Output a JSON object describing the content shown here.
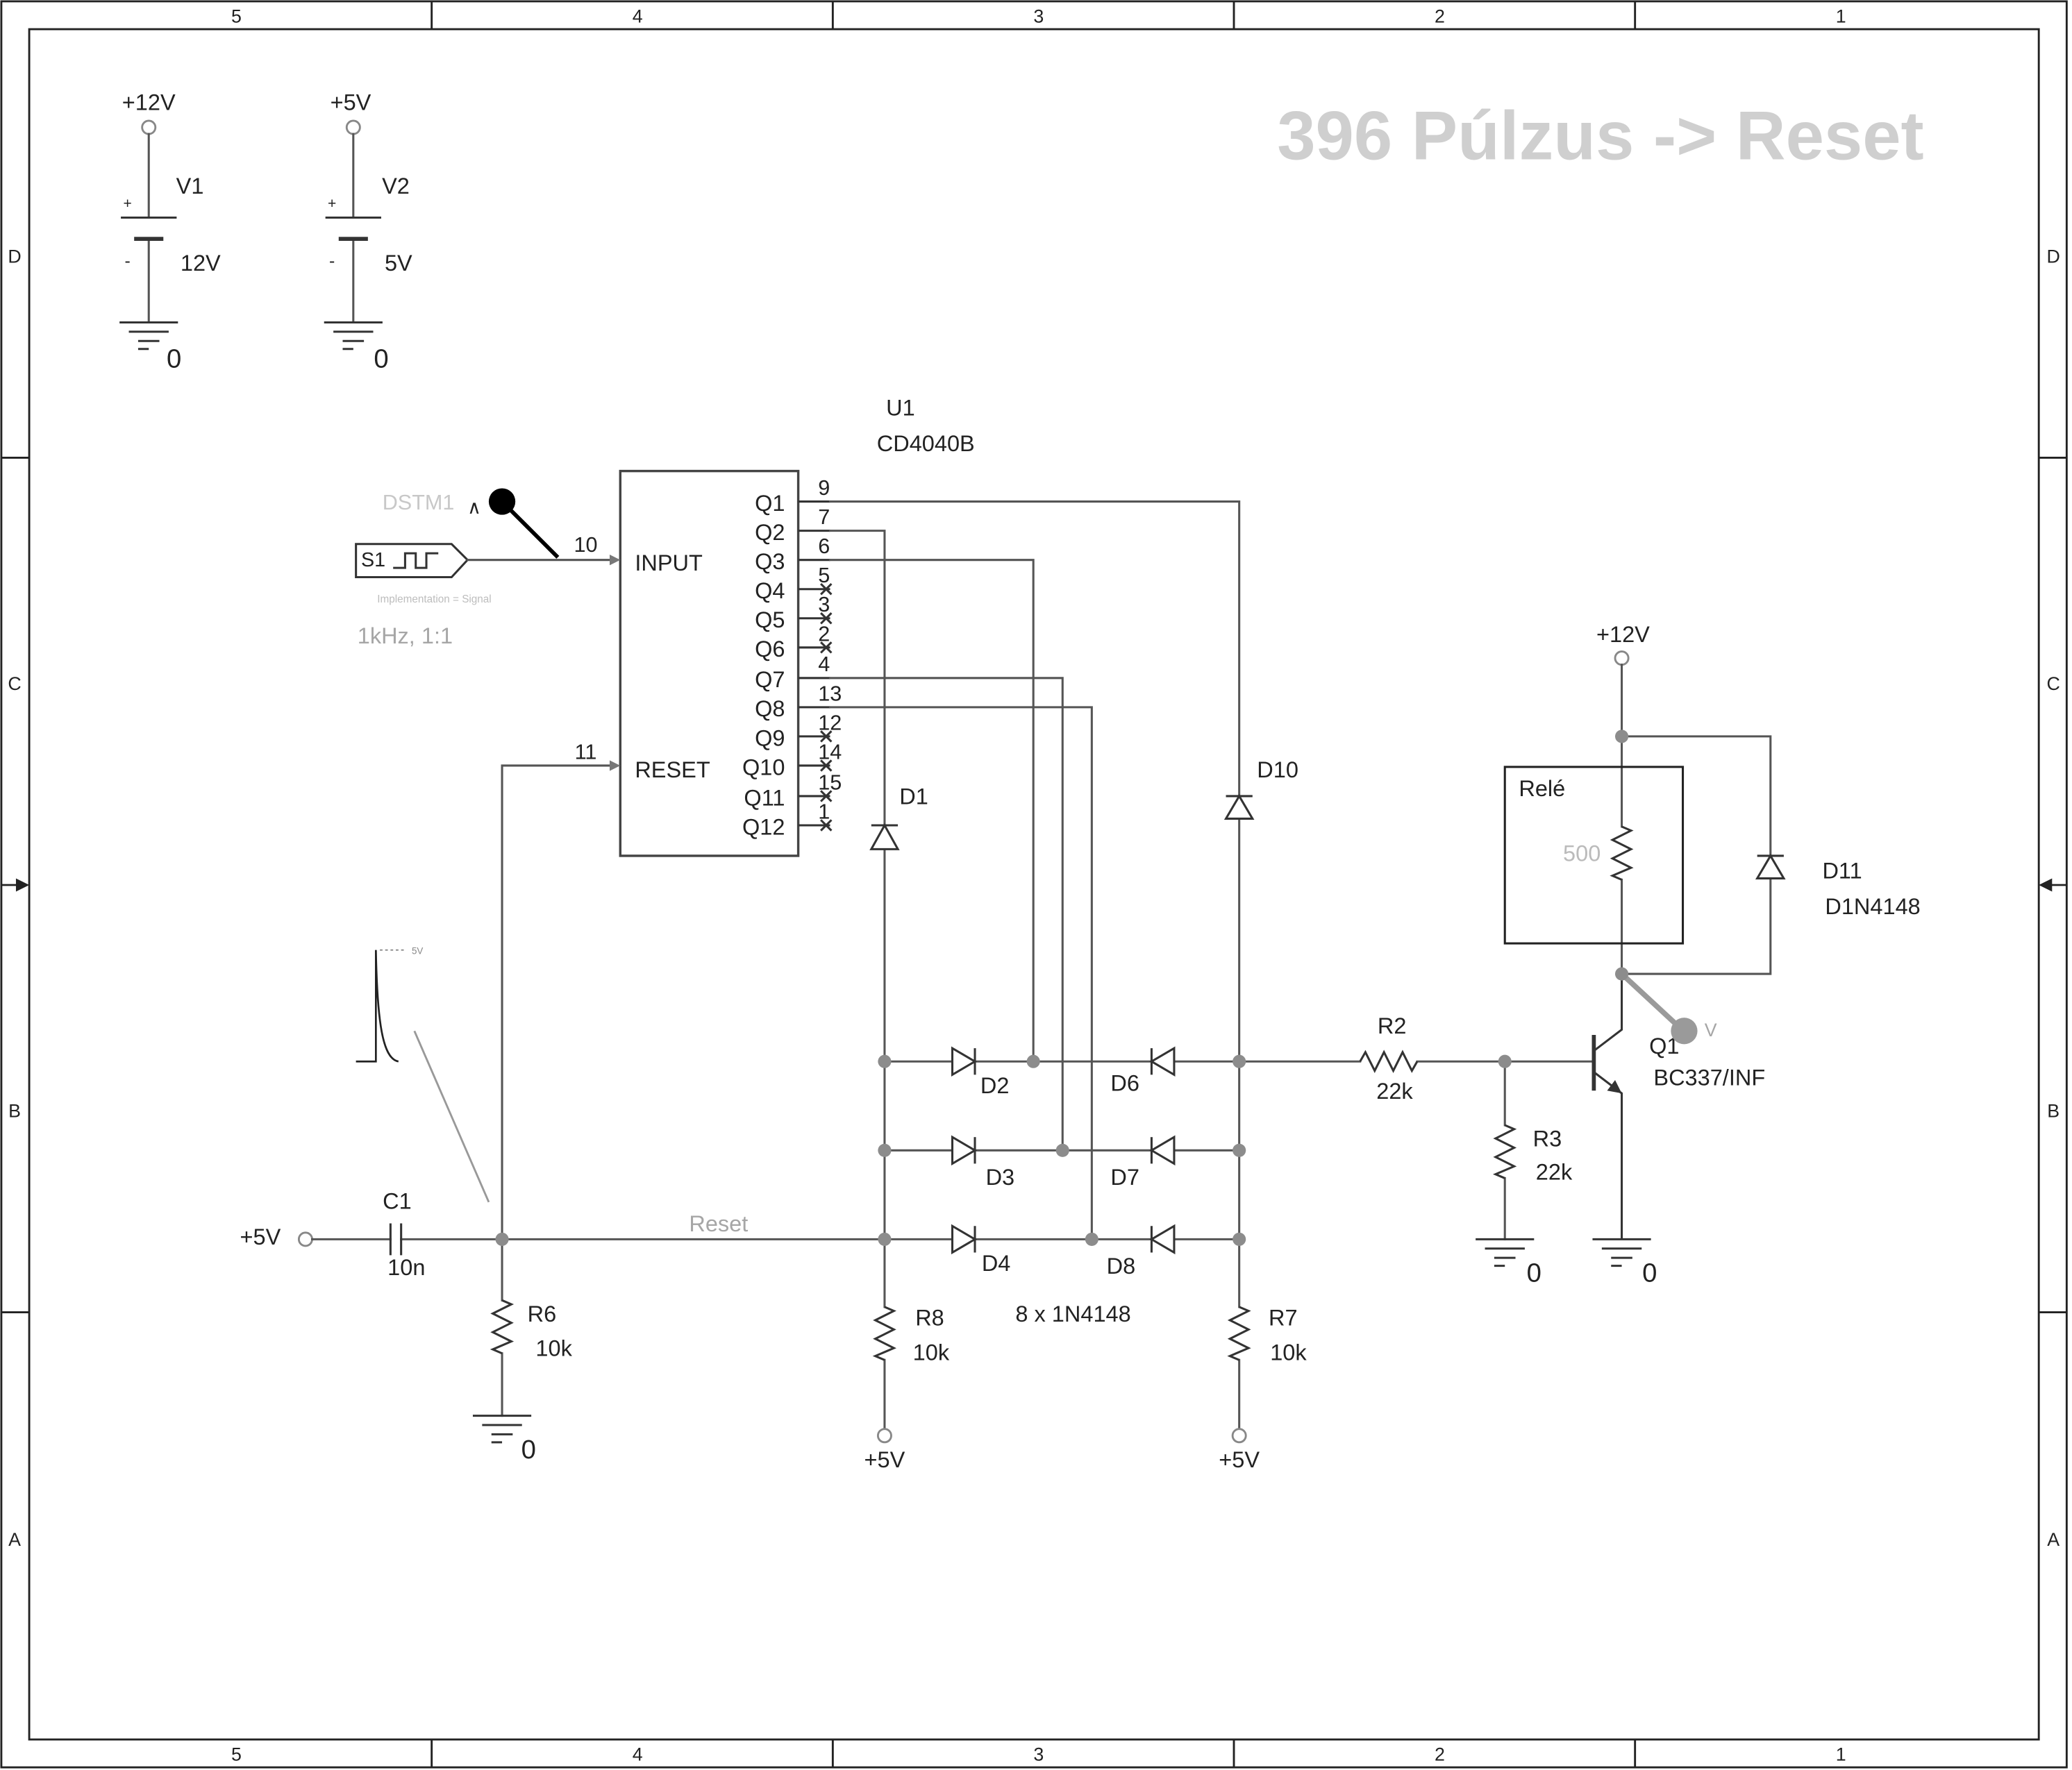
{
  "title": "396 Púlzus -> Reset",
  "frame": {
    "columns": [
      "5",
      "4",
      "3",
      "2",
      "1"
    ],
    "rows": [
      "D",
      "C",
      "B",
      "A"
    ]
  },
  "sources": [
    {
      "node": "+12V",
      "ref": "V1",
      "value": "12V",
      "plus": "+",
      "minus": "-",
      "ground": "0"
    },
    {
      "node": "+5V",
      "ref": "V2",
      "value": "5V",
      "plus": "+",
      "minus": "-",
      "ground": "0"
    }
  ],
  "counter": {
    "ref": "U1",
    "part": "CD4040B",
    "input": {
      "label": "INPUT",
      "pin": "10"
    },
    "reset": {
      "label": "RESET",
      "pin": "11"
    },
    "outputs": [
      {
        "label": "Q1",
        "pin": "9"
      },
      {
        "label": "Q2",
        "pin": "7"
      },
      {
        "label": "Q3",
        "pin": "6"
      },
      {
        "label": "Q4",
        "pin": "5"
      },
      {
        "label": "Q5",
        "pin": "3"
      },
      {
        "label": "Q6",
        "pin": "2"
      },
      {
        "label": "Q7",
        "pin": "4"
      },
      {
        "label": "Q8",
        "pin": "13"
      },
      {
        "label": "Q9",
        "pin": "12"
      },
      {
        "label": "Q10",
        "pin": "14"
      },
      {
        "label": "Q11",
        "pin": "15"
      },
      {
        "label": "Q12",
        "pin": "1"
      }
    ]
  },
  "stimulus": {
    "name": "DSTM1",
    "probe_mark": "∧",
    "ref": "S1",
    "implementation": "Implementation = Signal",
    "setting": "1kHz, 1:1"
  },
  "diodes": {
    "d1": "D1",
    "d2": "D2",
    "d3": "D3",
    "d4": "D4",
    "d6": "D6",
    "d7": "D7",
    "d8": "D8",
    "d10": "D10",
    "note": "8 x 1N4148"
  },
  "resistors": {
    "r2": {
      "ref": "R2",
      "value": "22k"
    },
    "r3": {
      "ref": "R3",
      "value": "22k",
      "ground": "0"
    },
    "r6": {
      "ref": "R6",
      "value": "10k",
      "ground": "0"
    },
    "r7": {
      "ref": "R7",
      "value": "10k",
      "supply": "+5V"
    },
    "r8": {
      "ref": "R8",
      "value": "10k",
      "supply": "+5V"
    }
  },
  "capacitor": {
    "ref": "C1",
    "value": "10n",
    "supply": "+5V"
  },
  "reset_net": {
    "label": "Reset"
  },
  "waveform": {
    "level": "5V"
  },
  "transistor": {
    "ref": "Q1",
    "part": "BC337/INF",
    "ground": "0"
  },
  "relay": {
    "supply": "+12V",
    "label": "Relé",
    "coil": "500"
  },
  "flyback": {
    "ref": "D11",
    "part": "D1N4148"
  },
  "probe": {
    "label": "V"
  },
  "colors": {
    "wire": "#555555",
    "junction": "#8c8c8c",
    "title": "#cfcfcf",
    "dim_text": "#a6a6a6"
  }
}
